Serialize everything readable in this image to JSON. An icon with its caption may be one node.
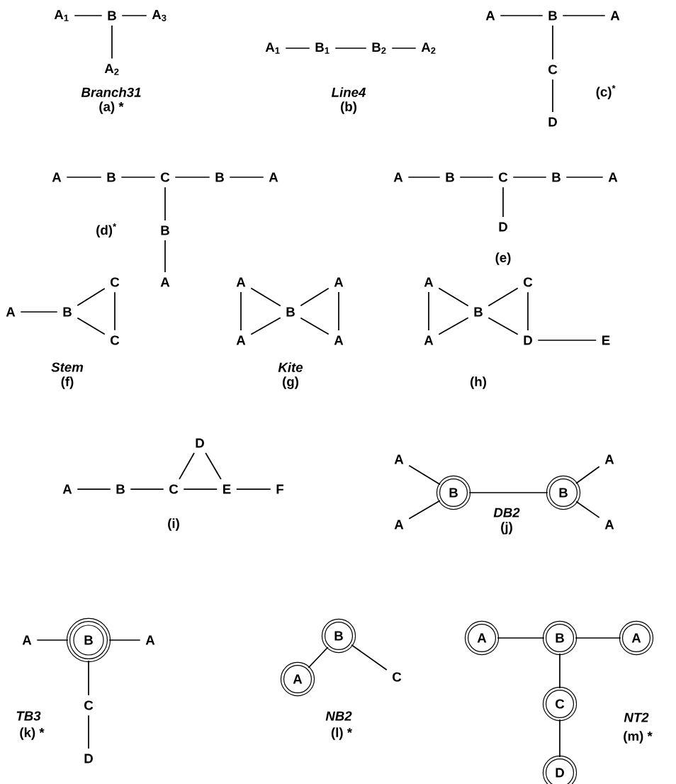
{
  "diagram": {
    "nodes": [
      {
        "text": [
          "A$_{1}$"
        ]
      },
      {
        "text": [
          "B"
        ]
      },
      {
        "text": [
          "A$_{3}$"
        ]
      },
      {
        "text": [
          "A$_{2}$"
        ]
      },
      {
        "text": [
          "A$_{1}$"
        ]
      },
      {
        "text": [
          "B$_{1}$"
        ]
      },
      {
        "text": [
          "B$_{2}$"
        ]
      },
      {
        "text": [
          "A$_{2}$"
        ]
      },
      {
        "text": [
          "A"
        ]
      },
      {
        "text": [
          "B"
        ]
      },
      {
        "text": [
          "A"
        ]
      },
      {
        "text": [
          "C"
        ]
      },
      {
        "text": [
          "D"
        ]
      },
      {
        "text": [
          "A"
        ]
      },
      {
        "text": [
          "B"
        ]
      },
      {
        "text": [
          "C"
        ]
      },
      {
        "text": [
          "B"
        ]
      },
      {
        "text": [
          "A"
        ]
      },
      {
        "text": [
          "B"
        ]
      },
      {
        "text": [
          "A"
        ]
      },
      {
        "text": [
          "A"
        ]
      },
      {
        "text": [
          "B"
        ]
      },
      {
        "text": [
          "C"
        ]
      },
      {
        "text": [
          "B"
        ]
      },
      {
        "text": [
          "A"
        ]
      },
      {
        "text": [
          "D"
        ]
      },
      {
        "text": [
          "A"
        ]
      },
      {
        "text": [
          "B"
        ]
      },
      {
        "text": [
          "C"
        ]
      },
      {
        "text": [
          "C"
        ]
      },
      {
        "text": [
          "A"
        ]
      },
      {
        "text": [
          "A"
        ]
      },
      {
        "text": [
          "B"
        ]
      },
      {
        "text": [
          "A"
        ]
      },
      {
        "text": [
          "A"
        ]
      },
      {
        "text": [
          "A"
        ]
      },
      {
        "text": [
          "C"
        ]
      },
      {
        "text": [
          "B"
        ]
      },
      {
        "text": [
          "A"
        ]
      },
      {
        "text": [
          "D"
        ]
      },
      {
        "text": [
          "E"
        ]
      },
      {
        "text": [
          "D"
        ]
      },
      {
        "text": [
          "A"
        ]
      },
      {
        "text": [
          "B"
        ]
      },
      {
        "text": [
          "C"
        ]
      },
      {
        "text": [
          "E"
        ]
      },
      {
        "text": [
          "F"
        ]
      },
      {
        "text": [
          "A"
        ]
      },
      {
        "text": [
          "A"
        ]
      },
      {
        "text": [
          "B"
        ]
      },
      {
        "text": [
          "B"
        ]
      },
      {
        "text": [
          "A"
        ]
      },
      {
        "text": [
          "A"
        ]
      },
      {
        "text": [
          "A"
        ]
      },
      {
        "text": [
          "B"
        ]
      },
      {
        "text": [
          "A"
        ]
      },
      {
        "text": [
          "C"
        ]
      },
      {
        "text": [
          "D"
        ]
      },
      {
        "text": [
          "B"
        ]
      },
      {
        "text": [
          "A"
        ]
      },
      {
        "text": [
          "C"
        ]
      },
      {
        "text": [
          "A"
        ]
      },
      {
        "text": [
          "B"
        ]
      },
      {
        "text": [
          "A"
        ]
      },
      {
        "text": [
          "C"
        ]
      },
      {
        "text": [
          "D"
        ]
      }
    ],
    "edges": [
      {
        "from": 0,
        "to": 1,
        "arrow": "none"
      },
      {
        "from": 1,
        "to": 2,
        "arrow": "none"
      },
      {
        "from": 1,
        "to": 3,
        "arrow": "none"
      },
      {
        "from": 4,
        "to": 5,
        "arrow": "none"
      },
      {
        "from": 5,
        "to": 6,
        "arrow": "none"
      },
      {
        "from": 6,
        "to": 7,
        "arrow": "none"
      },
      {
        "from": 8,
        "to": 9,
        "arrow": "none"
      },
      {
        "from": 9,
        "to": 10,
        "arrow": "none"
      },
      {
        "from": 9,
        "to": 11,
        "arrow": "none"
      },
      {
        "from": 11,
        "to": 12,
        "arrow": "none"
      },
      {
        "from": 13,
        "to": 14,
        "arrow": "none"
      },
      {
        "from": 14,
        "to": 15,
        "arrow": "none"
      },
      {
        "from": 15,
        "to": 16,
        "arrow": "none"
      },
      {
        "from": 16,
        "to": 17,
        "arrow": "none"
      },
      {
        "from": 15,
        "to": 18,
        "arrow": "none"
      },
      {
        "from": 18,
        "to": 19,
        "arrow": "none"
      },
      {
        "from": 20,
        "to": 21,
        "arrow": "none"
      },
      {
        "from": 21,
        "to": 22,
        "arrow": "none"
      },
      {
        "from": 22,
        "to": 23,
        "arrow": "none"
      },
      {
        "from": 23,
        "to": 24,
        "arrow": "none"
      },
      {
        "from": 22,
        "to": 25,
        "arrow": "none"
      },
      {
        "from": 26,
        "to": 27,
        "arrow": "none"
      },
      {
        "from": 27,
        "to": 28,
        "arrow": "none"
      },
      {
        "from": 27,
        "to": 29,
        "arrow": "none"
      },
      {
        "from": 28,
        "to": 29,
        "arrow": "none"
      },
      {
        "from": 30,
        "to": 33,
        "arrow": "none"
      },
      {
        "from": 30,
        "to": 32,
        "arrow": "none"
      },
      {
        "from": 33,
        "to": 32,
        "arrow": "none"
      },
      {
        "from": 32,
        "to": 31,
        "arrow": "none"
      },
      {
        "from": 32,
        "to": 34,
        "arrow": "none"
      },
      {
        "from": 31,
        "to": 34,
        "arrow": "none"
      },
      {
        "from": 35,
        "to": 38,
        "arrow": "none"
      },
      {
        "from": 35,
        "to": 37,
        "arrow": "none"
      },
      {
        "from": 38,
        "to": 37,
        "arrow": "none"
      },
      {
        "from": 37,
        "to": 36,
        "arrow": "none"
      },
      {
        "from": 37,
        "to": 39,
        "arrow": "none"
      },
      {
        "from": 36,
        "to": 39,
        "arrow": "none"
      },
      {
        "from": 39,
        "to": 40,
        "arrow": "none"
      },
      {
        "from": 42,
        "to": 43,
        "arrow": "none"
      },
      {
        "from": 43,
        "to": 44,
        "arrow": "none"
      },
      {
        "from": 44,
        "to": 45,
        "arrow": "none"
      },
      {
        "from": 44,
        "to": 41,
        "arrow": "none"
      },
      {
        "from": 41,
        "to": 45,
        "arrow": "none"
      },
      {
        "from": 45,
        "to": 46,
        "arrow": "none"
      },
      {
        "from": 47,
        "to": 49,
        "arrow": "none"
      },
      {
        "from": 51,
        "to": 49,
        "arrow": "none"
      },
      {
        "from": 49,
        "to": 50,
        "arrow": "none"
      },
      {
        "from": 50,
        "to": 48,
        "arrow": "none"
      },
      {
        "from": 50,
        "to": 52,
        "arrow": "none"
      },
      {
        "from": 53,
        "to": 54,
        "arrow": "none"
      },
      {
        "from": 54,
        "to": 55,
        "arrow": "none"
      },
      {
        "from": 54,
        "to": 56,
        "arrow": "none"
      },
      {
        "from": 56,
        "to": 57,
        "arrow": "none"
      },
      {
        "from": 58,
        "to": 59,
        "arrow": "none"
      },
      {
        "from": 58,
        "to": 60,
        "arrow": "none"
      },
      {
        "from": 61,
        "to": 62,
        "arrow": "none"
      },
      {
        "from": 62,
        "to": 63,
        "arrow": "none"
      },
      {
        "from": 62,
        "to": 64,
        "arrow": "none"
      },
      {
        "from": 64,
        "to": 65,
        "arrow": "none"
      }
    ],
    "labels": [
      "Branch31",
      "(a) *",
      "Line4",
      "(b)",
      "(c)$^{*}$",
      "(d)$^{*}$",
      "(e)",
      "Stem",
      "(f)",
      "Kite",
      "(g)",
      "(h)",
      "(i)",
      "DB2",
      "(j)",
      "TB3",
      "(k) *",
      "NB2",
      "(l) *",
      "NT2",
      "(m) *"
    ]
  }
}
